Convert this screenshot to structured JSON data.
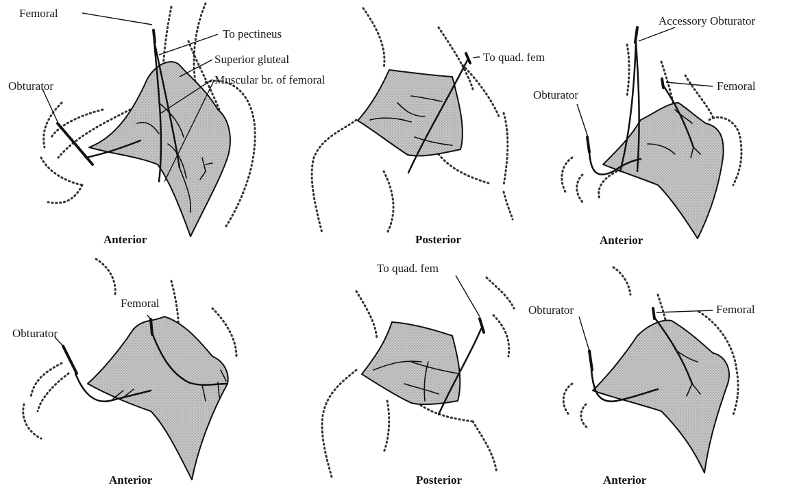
{
  "panels": [
    {
      "id": "top-left",
      "caption": "Anterior",
      "labels": {
        "femoral": "Femoral",
        "to_pectineus": "To pectineus",
        "superior_gluteal": "Superior gluteal",
        "muscular_branch": "Muscular br. of femoral",
        "obturator": "Obturator"
      }
    },
    {
      "id": "top-middle",
      "caption": "Posterior",
      "labels": {
        "to_quad_fem": "To quad. fem"
      }
    },
    {
      "id": "top-right",
      "caption": "Anterior",
      "labels": {
        "accessory_obturator": "Accessory Obturator",
        "femoral": "Femoral",
        "obturator": "Obturator"
      }
    },
    {
      "id": "bottom-left",
      "caption": "Anterior",
      "labels": {
        "femoral": "Femoral",
        "obturator": "Obturator"
      }
    },
    {
      "id": "bottom-middle",
      "caption": "Posterior",
      "labels": {
        "to_quad_fem": "To quad. fem"
      }
    },
    {
      "id": "bottom-right",
      "caption": "Anterior",
      "labels": {
        "femoral": "Femoral",
        "obturator": "Obturator"
      }
    }
  ],
  "colors": {
    "ink": "#111111",
    "stipple_base": "#c8c8c8"
  }
}
